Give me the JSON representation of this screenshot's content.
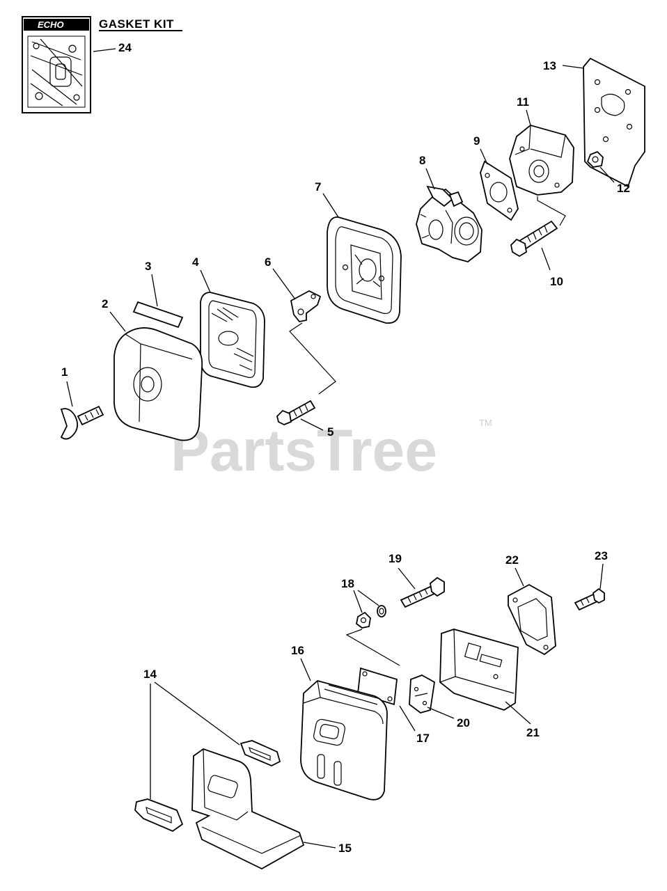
{
  "kit": {
    "brand": "ECHO",
    "title": "GASKET KIT",
    "part_no": "24"
  },
  "watermark": {
    "text": "PartsTree",
    "tm": "TM"
  },
  "callouts": {
    "c1": "1",
    "c2": "2",
    "c3": "3",
    "c4": "4",
    "c5": "5",
    "c6": "6",
    "c7": "7",
    "c8": "8",
    "c9": "9",
    "c10": "10",
    "c11": "11",
    "c12": "12",
    "c13": "13",
    "c14": "14",
    "c15": "15",
    "c16": "16",
    "c17": "17",
    "c18": "18",
    "c19": "19",
    "c20": "20",
    "c21": "21",
    "c22": "22",
    "c23": "23"
  }
}
